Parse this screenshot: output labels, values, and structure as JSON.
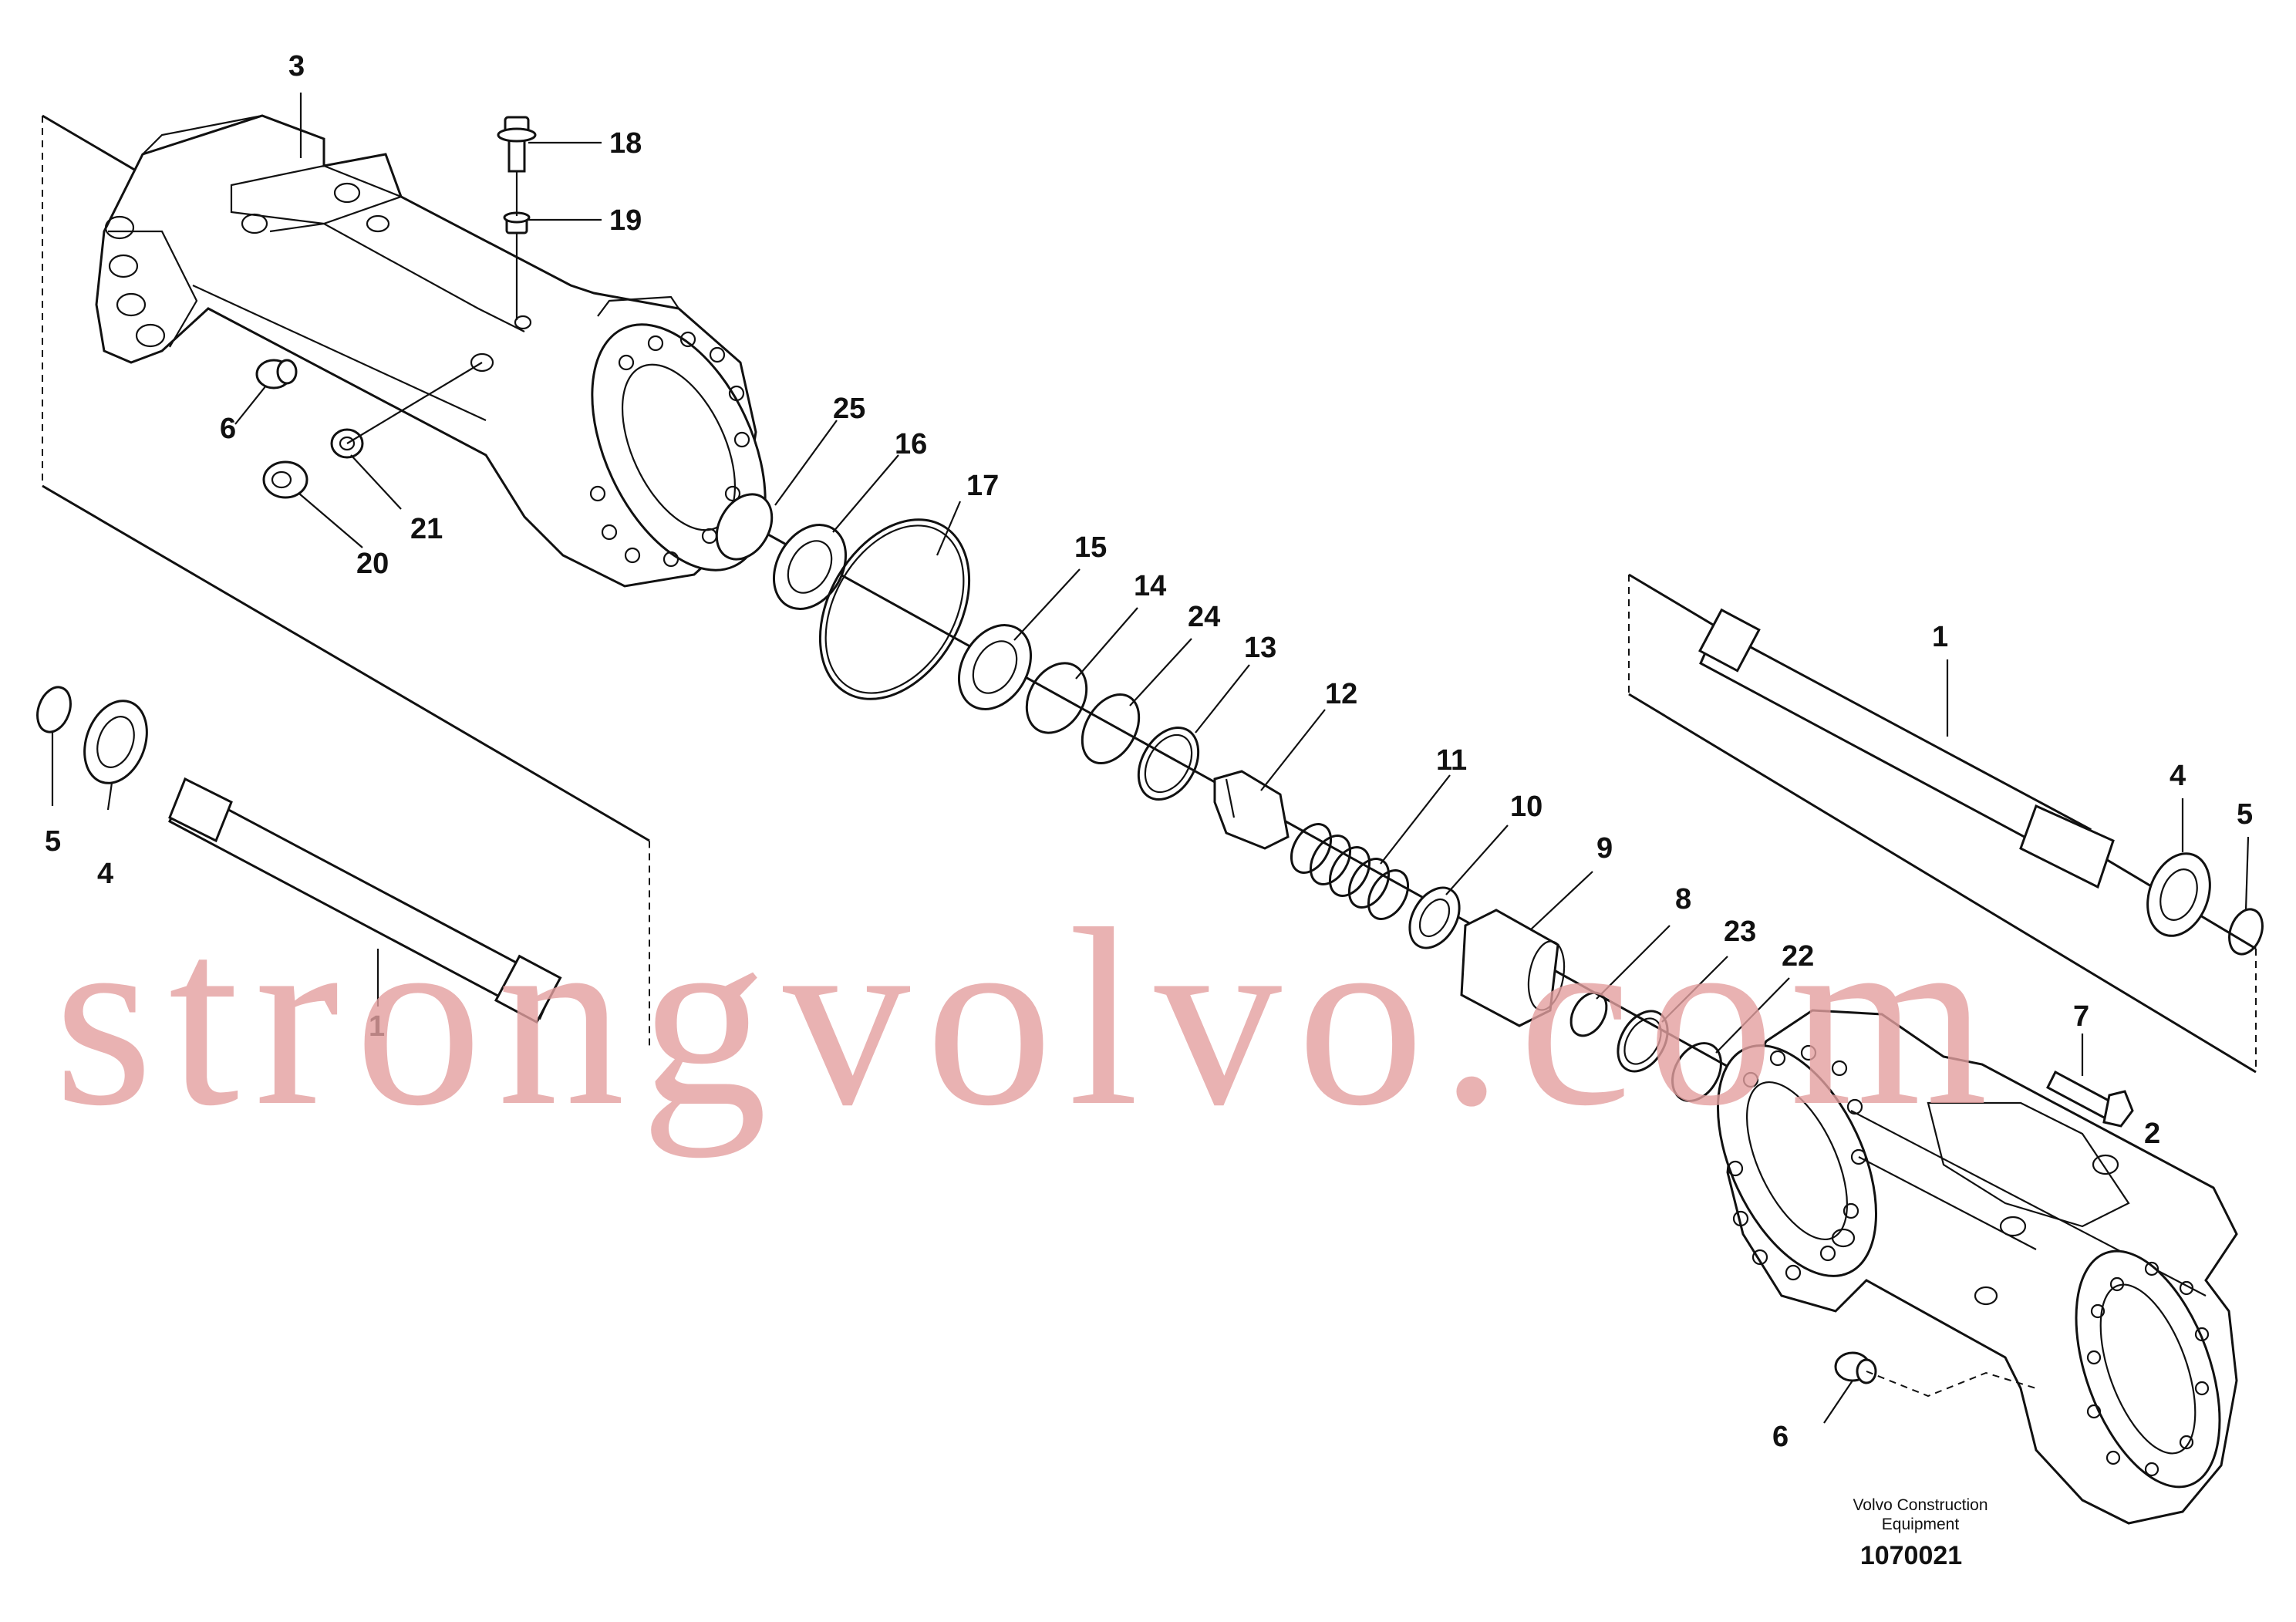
{
  "callouts": [
    "3",
    "18",
    "19",
    "6",
    "21",
    "20",
    "25",
    "16",
    "17",
    "15",
    "14",
    "24",
    "13",
    "12",
    "11",
    "10",
    "9",
    "8",
    "23",
    "22",
    "1",
    "4",
    "5",
    "7",
    "2"
  ],
  "credit": {
    "line1": "Volvo Construction",
    "line2": "Equipment"
  },
  "drawing_number": "1070021",
  "watermark": "strongvolvo.com"
}
